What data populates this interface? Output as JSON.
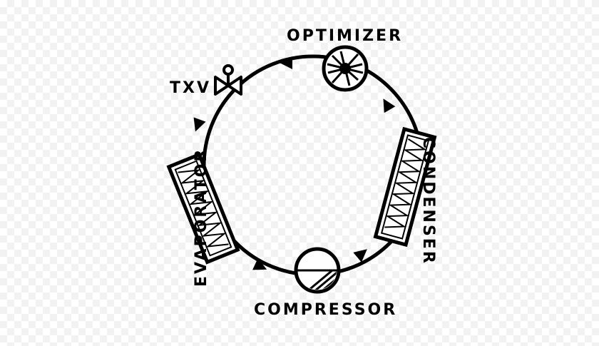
{
  "diagram": {
    "labels": {
      "optimizer": "OPTIMIZER",
      "txv": "TXV",
      "evaporator": "EVAPORATOR",
      "condenser": "CONDENSER",
      "compressor": "COMPRESSOR"
    },
    "colors": {
      "ink": "#000000",
      "fill": "#ffffff"
    },
    "icons": [
      "optimizer-fan-icon",
      "txv-valve-icon",
      "compressor-icon",
      "coil-icon",
      "flow-arrow-icon"
    ]
  }
}
